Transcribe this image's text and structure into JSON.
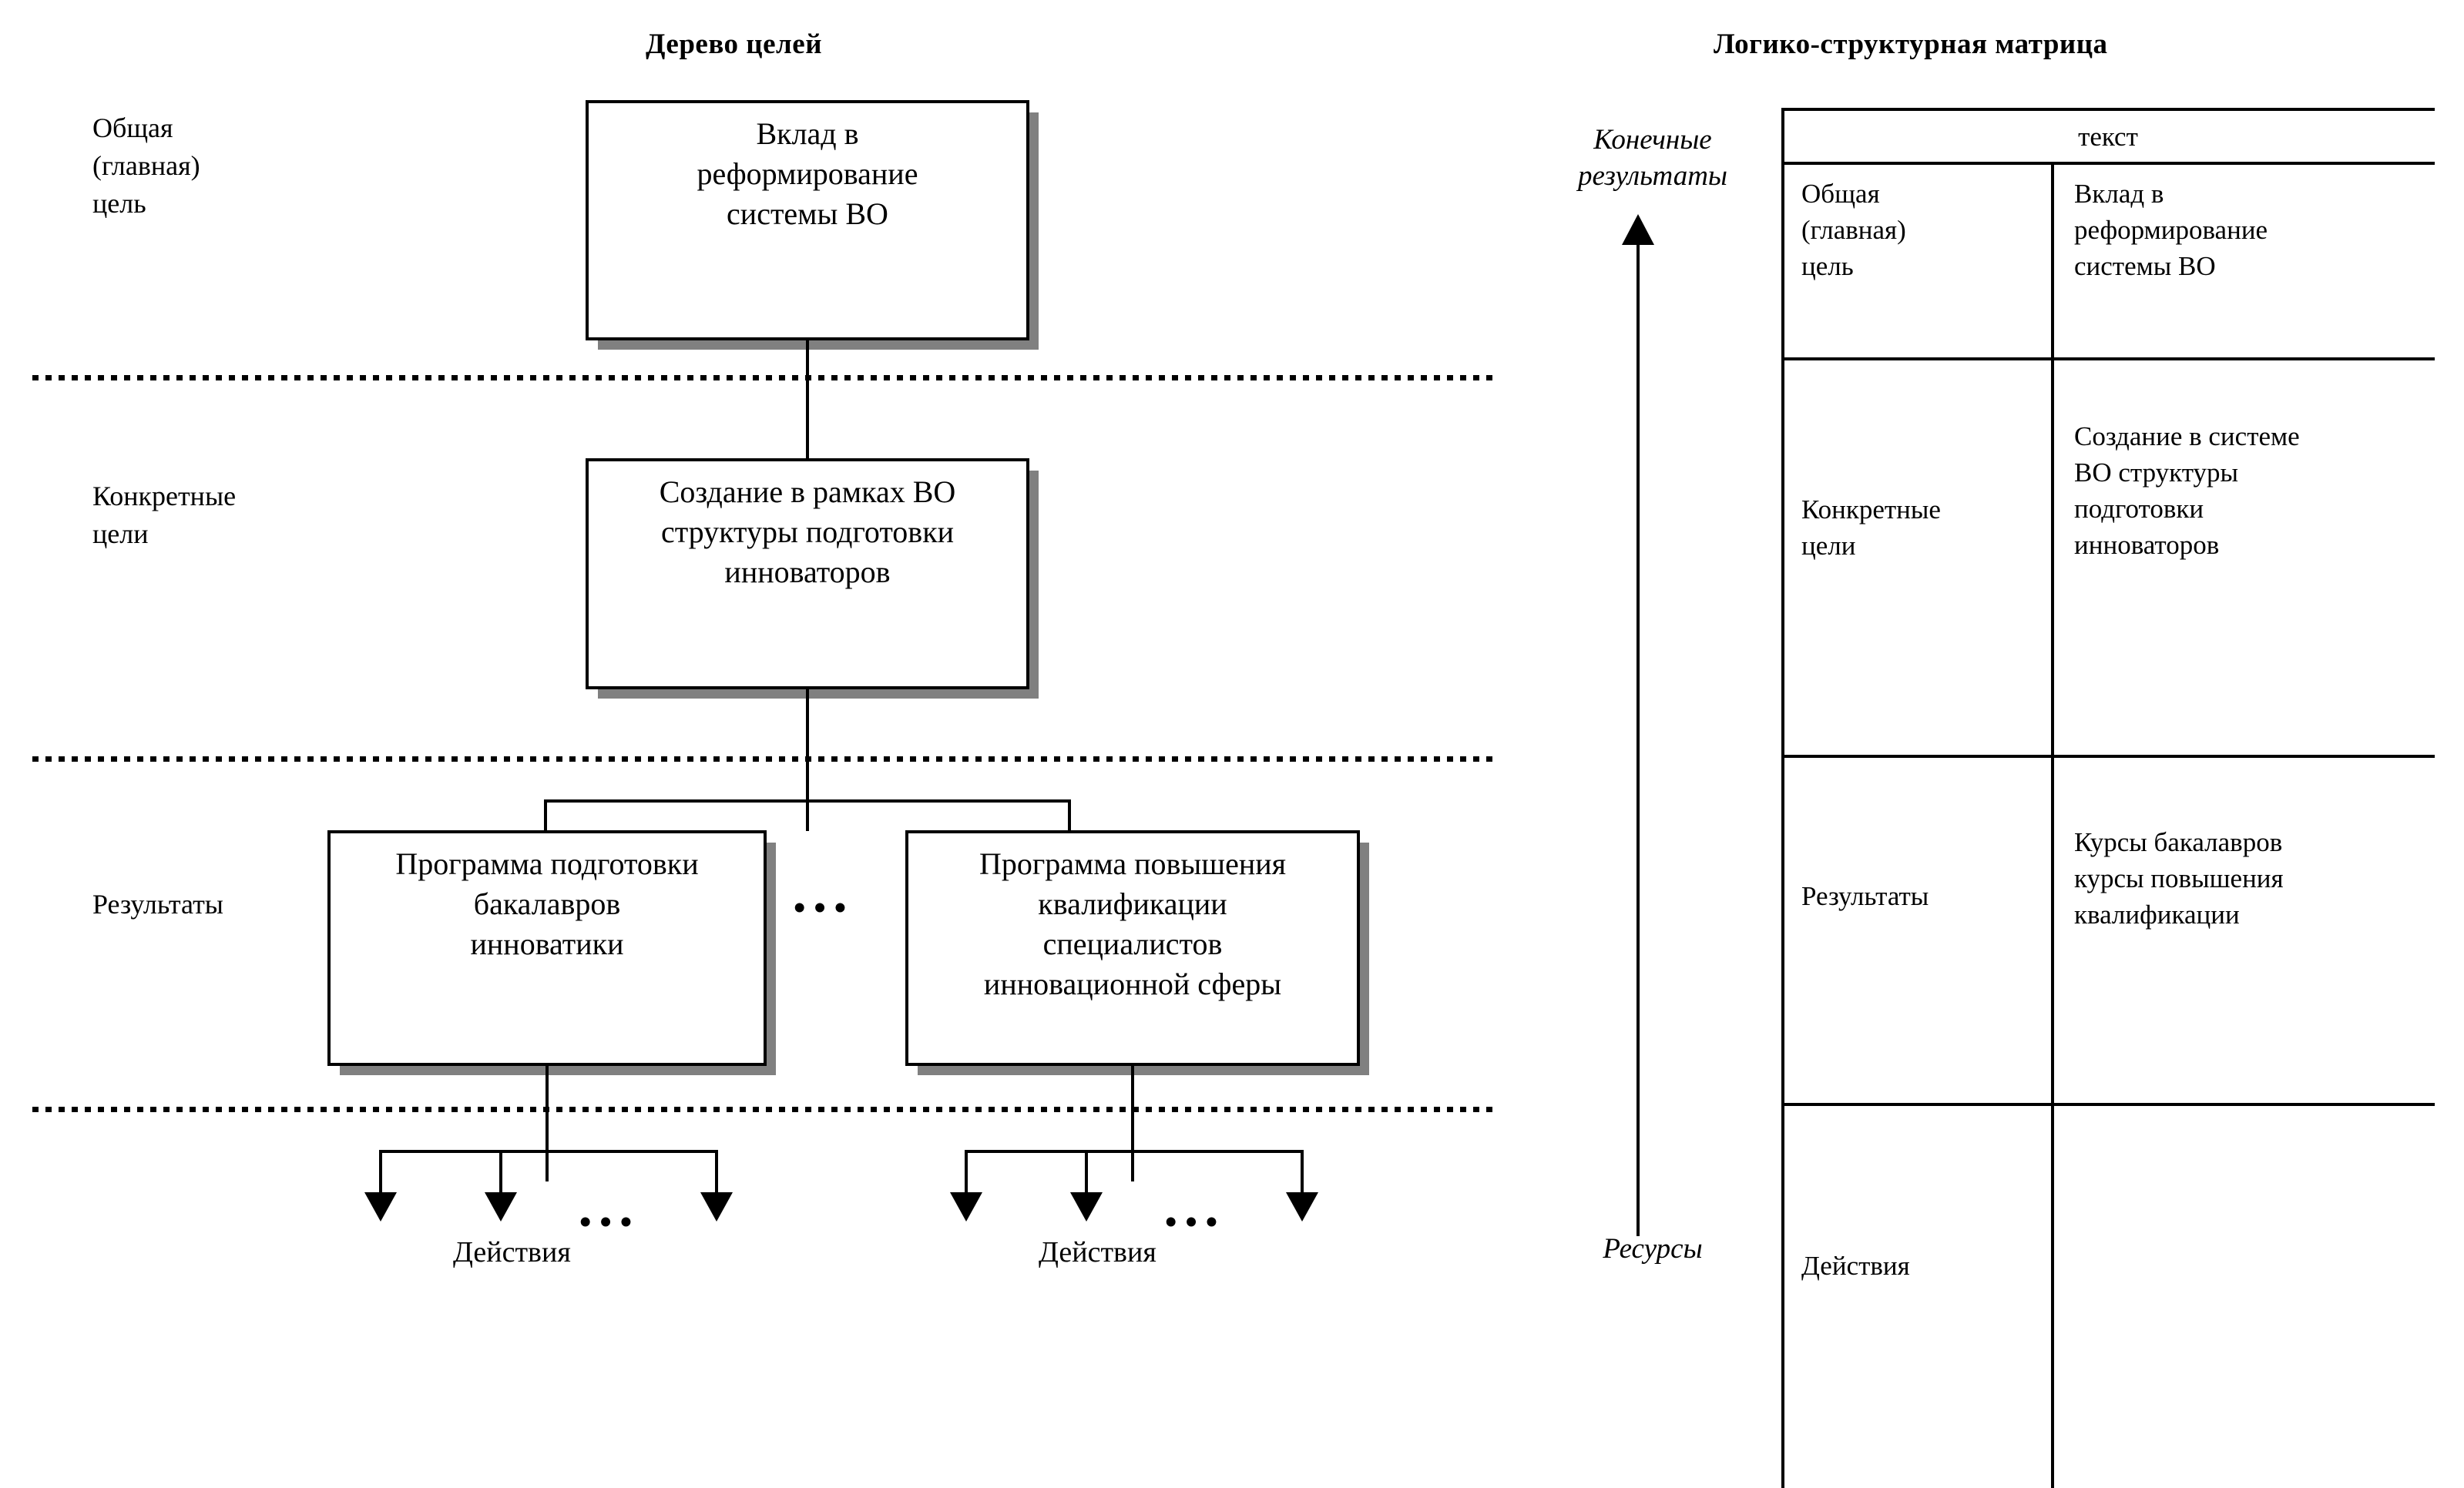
{
  "titles": {
    "left": "Дерево целей",
    "right": "Логико-структурная матрица"
  },
  "tree": {
    "stage_labels": [
      "Общая\n(главная)\nцель",
      "Конкретные\nцели",
      "Результаты"
    ],
    "nodes": [
      {
        "id": "goal",
        "text": "Вклад в\nреформирование\nсистемы ВО"
      },
      {
        "id": "purpose",
        "text": "Создание в рамках ВО\nструктуры подготовки\nинноваторов"
      },
      {
        "id": "result-left",
        "text": "Программа подготовки\nбакалавров\nинноватики"
      },
      {
        "id": "result-right",
        "text": "Программа повышения\nквалификации\nспециалистов\nинновационной сферы"
      }
    ],
    "between_results_ellipsis": "•••",
    "actions": {
      "left_label": "Действия",
      "right_label": "Действия",
      "ellipsis": "•••"
    }
  },
  "axis": {
    "top_label": "Конечные\nрезультаты",
    "bottom_label": "Ресурсы"
  },
  "matrix": {
    "header": "текст",
    "rows": [
      {
        "label": "Общая\n(главная)\nцель",
        "text": "Вклад в\nреформирование\nсистемы ВО"
      },
      {
        "label": "Конкретные\nцели",
        "text": "Создание в системе\nВО структуры\nподготовки\nинноваторов"
      },
      {
        "label": "Результаты",
        "text": "Курсы бакалавров\nкурсы повышения\nквалификации"
      },
      {
        "label": "Действия",
        "text": ""
      }
    ]
  },
  "colors": {
    "ink": "#000000",
    "shadow": "#808080",
    "page": "#ffffff"
  }
}
